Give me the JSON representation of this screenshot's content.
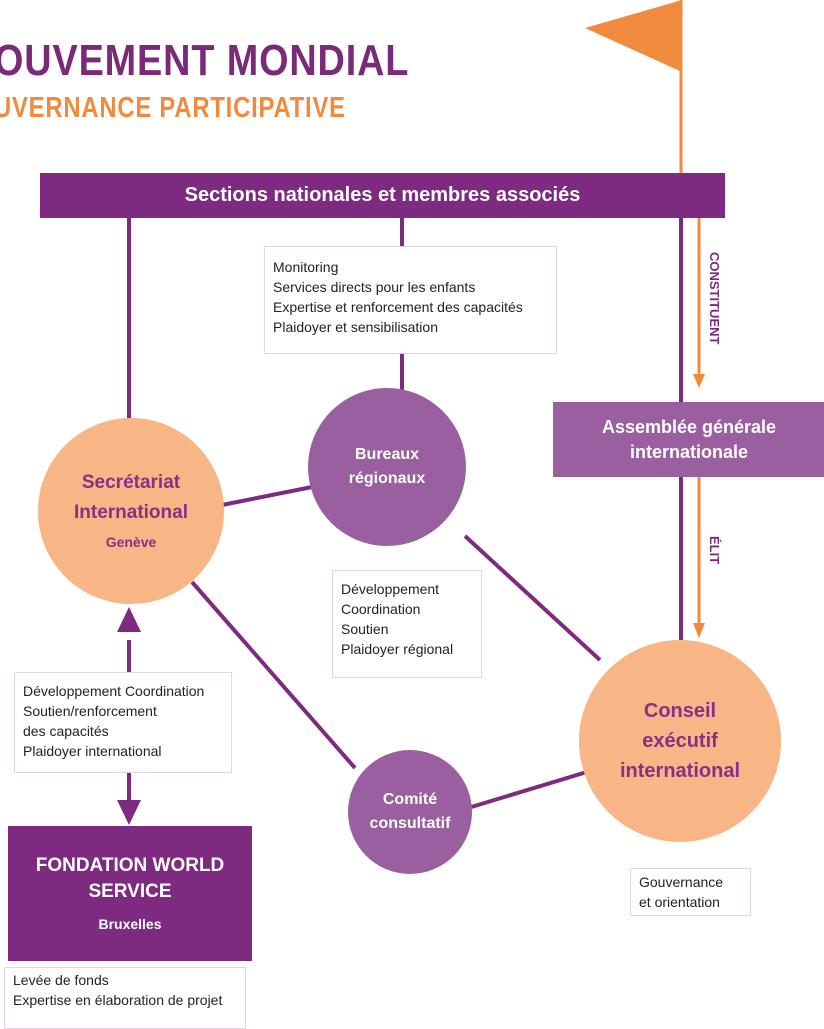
{
  "title_line1": "OUVEMENT MONDIAL",
  "title_line2": "UVERNANCE PARTICIPATIVE",
  "top_bar": "Sections nationales et membres associés",
  "bureaux_notes": [
    "Monitoring",
    "Services directs pour les enfants",
    "Expertise et renforcement des capacités",
    "Plaidoyer et sensibilisation"
  ],
  "secretariat": {
    "line1": "Secrétariat",
    "line2": "International",
    "city": "Genève"
  },
  "bureaux": {
    "line1": "Bureaux",
    "line2": "régionaux"
  },
  "assemblee": {
    "line1": "Assemblée générale",
    "line2": "internationale"
  },
  "regional_notes": [
    "Développement",
    "Coordination",
    "Soutien",
    "Plaidoyer régional"
  ],
  "secretariat_notes": [
    "Développement Coordination",
    "Soutien/renforcement",
    "des capacités",
    "Plaidoyer international"
  ],
  "conseil": {
    "line1": "Conseil",
    "line2": "exécutif",
    "line3": "international"
  },
  "comite": {
    "line1": "Comité",
    "line2": "consultatif"
  },
  "fondation": {
    "line1": "FONDATION WORLD",
    "line2": "SERVICE",
    "city": "Bruxelles"
  },
  "conseil_notes": [
    "Gouvernance",
    "et orientation"
  ],
  "fondation_notes": [
    "Levée de fonds",
    "Expertise en élaboration de projet"
  ],
  "label_constituent": "CONSTITUENT",
  "label_elit": "ÉLIT",
  "colors": {
    "purple_dark": "#7d2a80",
    "purple_light": "#9a5f9e",
    "orange": "#f08a3c",
    "orange_light": "#f8b585"
  }
}
